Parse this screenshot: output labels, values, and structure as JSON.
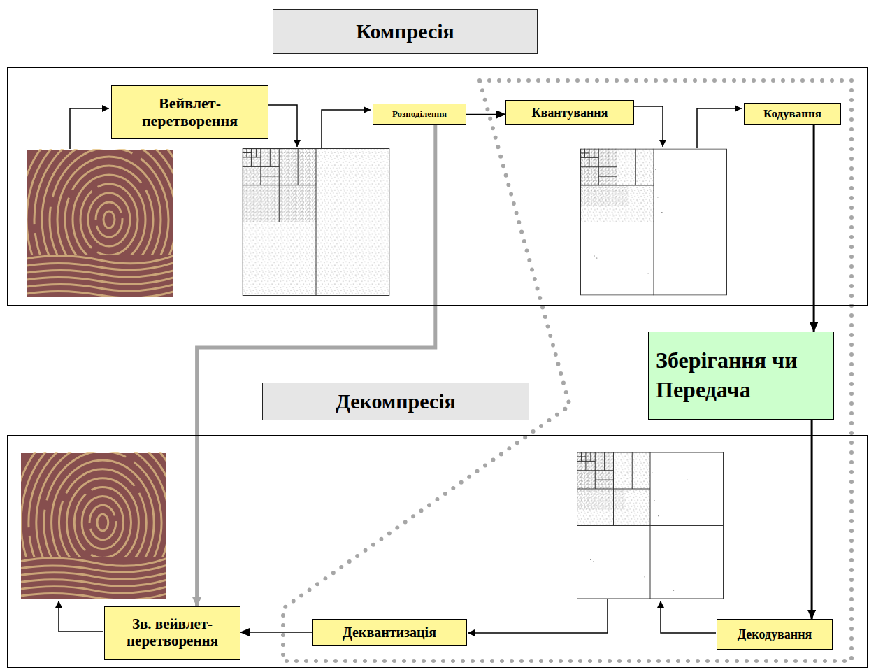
{
  "diagram": {
    "nodes": [
      {
        "text": [
          "Компресія"
        ]
      },
      {
        "text": [
          "Вейвлет- перетворення"
        ],
        "in": 0
      },
      {
        "text": [
          "Розподілення"
        ],
        "in": 0
      },
      {
        "text": [
          "Квантування"
        ],
        "in": 0
      },
      {
        "text": [
          "Кодування"
        ],
        "in": 0
      },
      {
        "text": [
          "Зберігання чи Передача"
        ]
      },
      {
        "text": [
          "Декомпресія"
        ]
      },
      {
        "text": [
          "Декодування"
        ],
        "in": 6
      },
      {
        "text": [
          "Деквантизація"
        ],
        "in": 6
      },
      {
        "text": [
          "Зв. вейвлет- перетворення"
        ],
        "in": 6
      }
    ],
    "edges": [
      {
        "from": 2,
        "to": 3,
        "arrow": "to"
      },
      {
        "from": 4,
        "to": 5,
        "arrow": "to"
      },
      {
        "from": 5,
        "to": 7,
        "arrow": "to"
      },
      {
        "from": 8,
        "to": 9,
        "arrow": "to"
      },
      {
        "from": 2,
        "to": 9,
        "arrow": "to"
      }
    ]
  }
}
